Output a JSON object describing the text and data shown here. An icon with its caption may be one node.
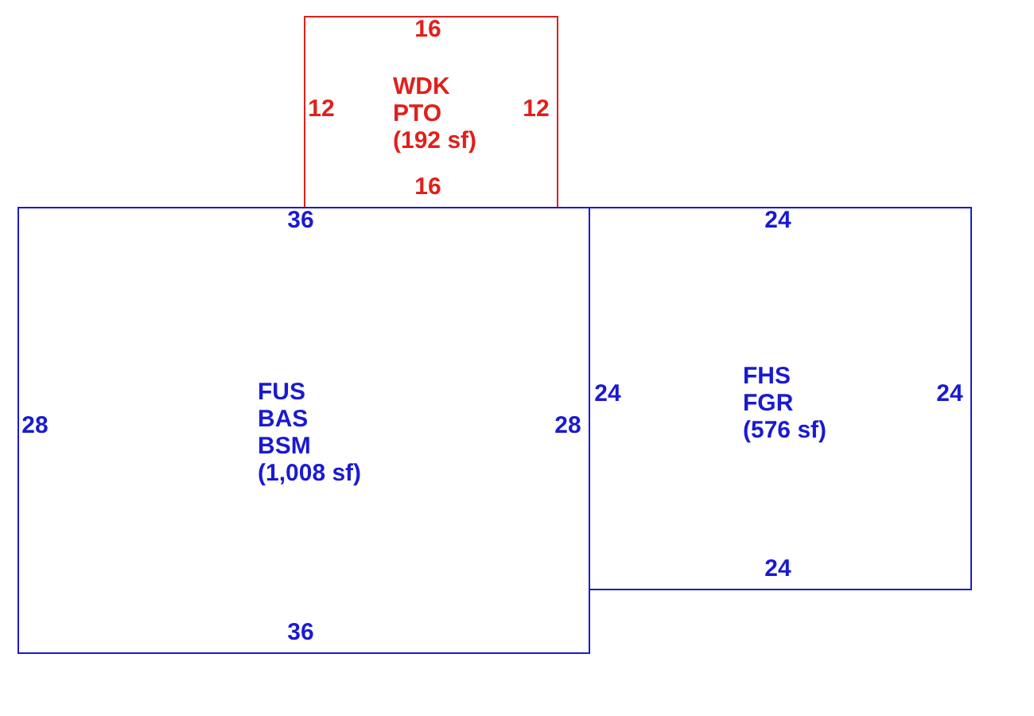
{
  "diagram": {
    "nodes": [
      {
        "text": [
          "WDK",
          "PTO",
          "(192 sf)"
        ]
      },
      {
        "text": [
          "FUS",
          "BAS",
          "BSM",
          "(1,008 sf)"
        ]
      },
      {
        "text": [
          "FHS",
          "FGR",
          "(576 sf)"
        ]
      }
    ],
    "labels": [
      "16",
      "12",
      "12",
      "16",
      "36",
      "24",
      "24",
      "24",
      "28",
      "28",
      "24",
      "36"
    ]
  }
}
